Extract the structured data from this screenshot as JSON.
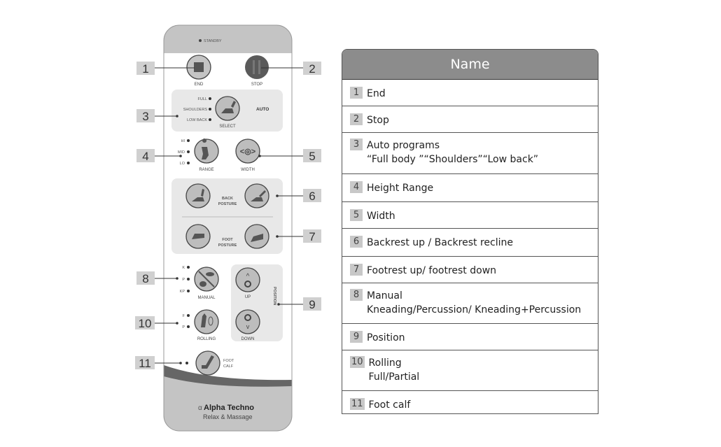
{
  "remote": {
    "standby": "STANDBY",
    "end": "END",
    "stop": "STOP",
    "auto_indicators": [
      "FULL",
      "SHOULDERS",
      "LOW BACK"
    ],
    "select": "SELECT",
    "auto": "AUTO",
    "range_indicators": [
      "HI",
      "MID",
      "LO"
    ],
    "range": "RANGE",
    "width": "WIDTH",
    "back_posture": [
      "BACK",
      "POSTURE"
    ],
    "foot_posture": [
      "FOOT",
      "POSTURE"
    ],
    "manual_indicators": [
      "K",
      "P",
      "KP"
    ],
    "manual": "MANUAL",
    "up": "UP",
    "down": "DOWN",
    "position": "POSITION",
    "rolling_indicators": [
      "F",
      "P"
    ],
    "rolling": "ROLLING",
    "foot_calf": [
      "FOOT",
      "CALF"
    ],
    "brand": "Alpha Techno",
    "tagline": "Relax & Massage"
  },
  "callouts": [
    "1",
    "2",
    "3",
    "4",
    "5",
    "6",
    "7",
    "8",
    "9",
    "10",
    "11"
  ],
  "table": {
    "header": "Name",
    "rows": [
      {
        "num": "1",
        "lines": [
          "End"
        ]
      },
      {
        "num": "2",
        "lines": [
          "Stop"
        ]
      },
      {
        "num": "3",
        "lines": [
          "Auto programs",
          "“Full body ”“Shoulders”“Low back”"
        ]
      },
      {
        "num": "4",
        "lines": [
          "Height Range"
        ]
      },
      {
        "num": "5",
        "lines": [
          "Width"
        ]
      },
      {
        "num": "6",
        "lines": [
          "Backrest up / Backrest recline"
        ]
      },
      {
        "num": "7",
        "lines": [
          "Footrest up/ footrest down"
        ]
      },
      {
        "num": "8",
        "lines": [
          "Manual",
          "Kneading/Percussion/ Kneading+Percussion"
        ]
      },
      {
        "num": "9",
        "lines": [
          "Position"
        ]
      },
      {
        "num": "10",
        "lines": [
          "Rolling",
          "Full/Partial"
        ]
      },
      {
        "num": "11",
        "lines": [
          "Foot calf"
        ]
      }
    ]
  },
  "colors": {
    "panel": "#e8e8e8",
    "body_grey": "#c4c4c4",
    "button": "#bdbdbd",
    "stop": "#555555",
    "header": "#8c8c8c"
  }
}
